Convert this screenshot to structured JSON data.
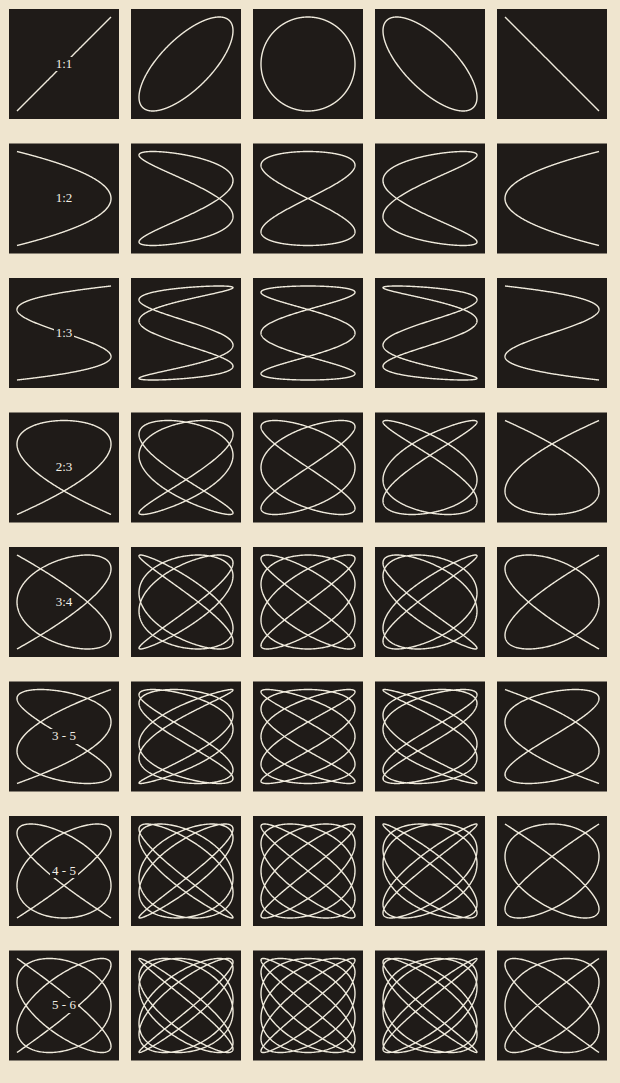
{
  "diagram": {
    "nodes": [
      {
        "text": [
          "1:1"
        ]
      },
      {
        "text": [
          "1:2"
        ]
      },
      {
        "text": [
          "1:3"
        ]
      },
      {
        "text": [
          "2:3"
        ]
      },
      {
        "text": [
          "3:4"
        ]
      },
      {
        "text": [
          "3 - 5"
        ]
      },
      {
        "text": [
          "4 - 5"
        ]
      },
      {
        "text": [
          "5 - 6"
        ]
      }
    ]
  }
}
